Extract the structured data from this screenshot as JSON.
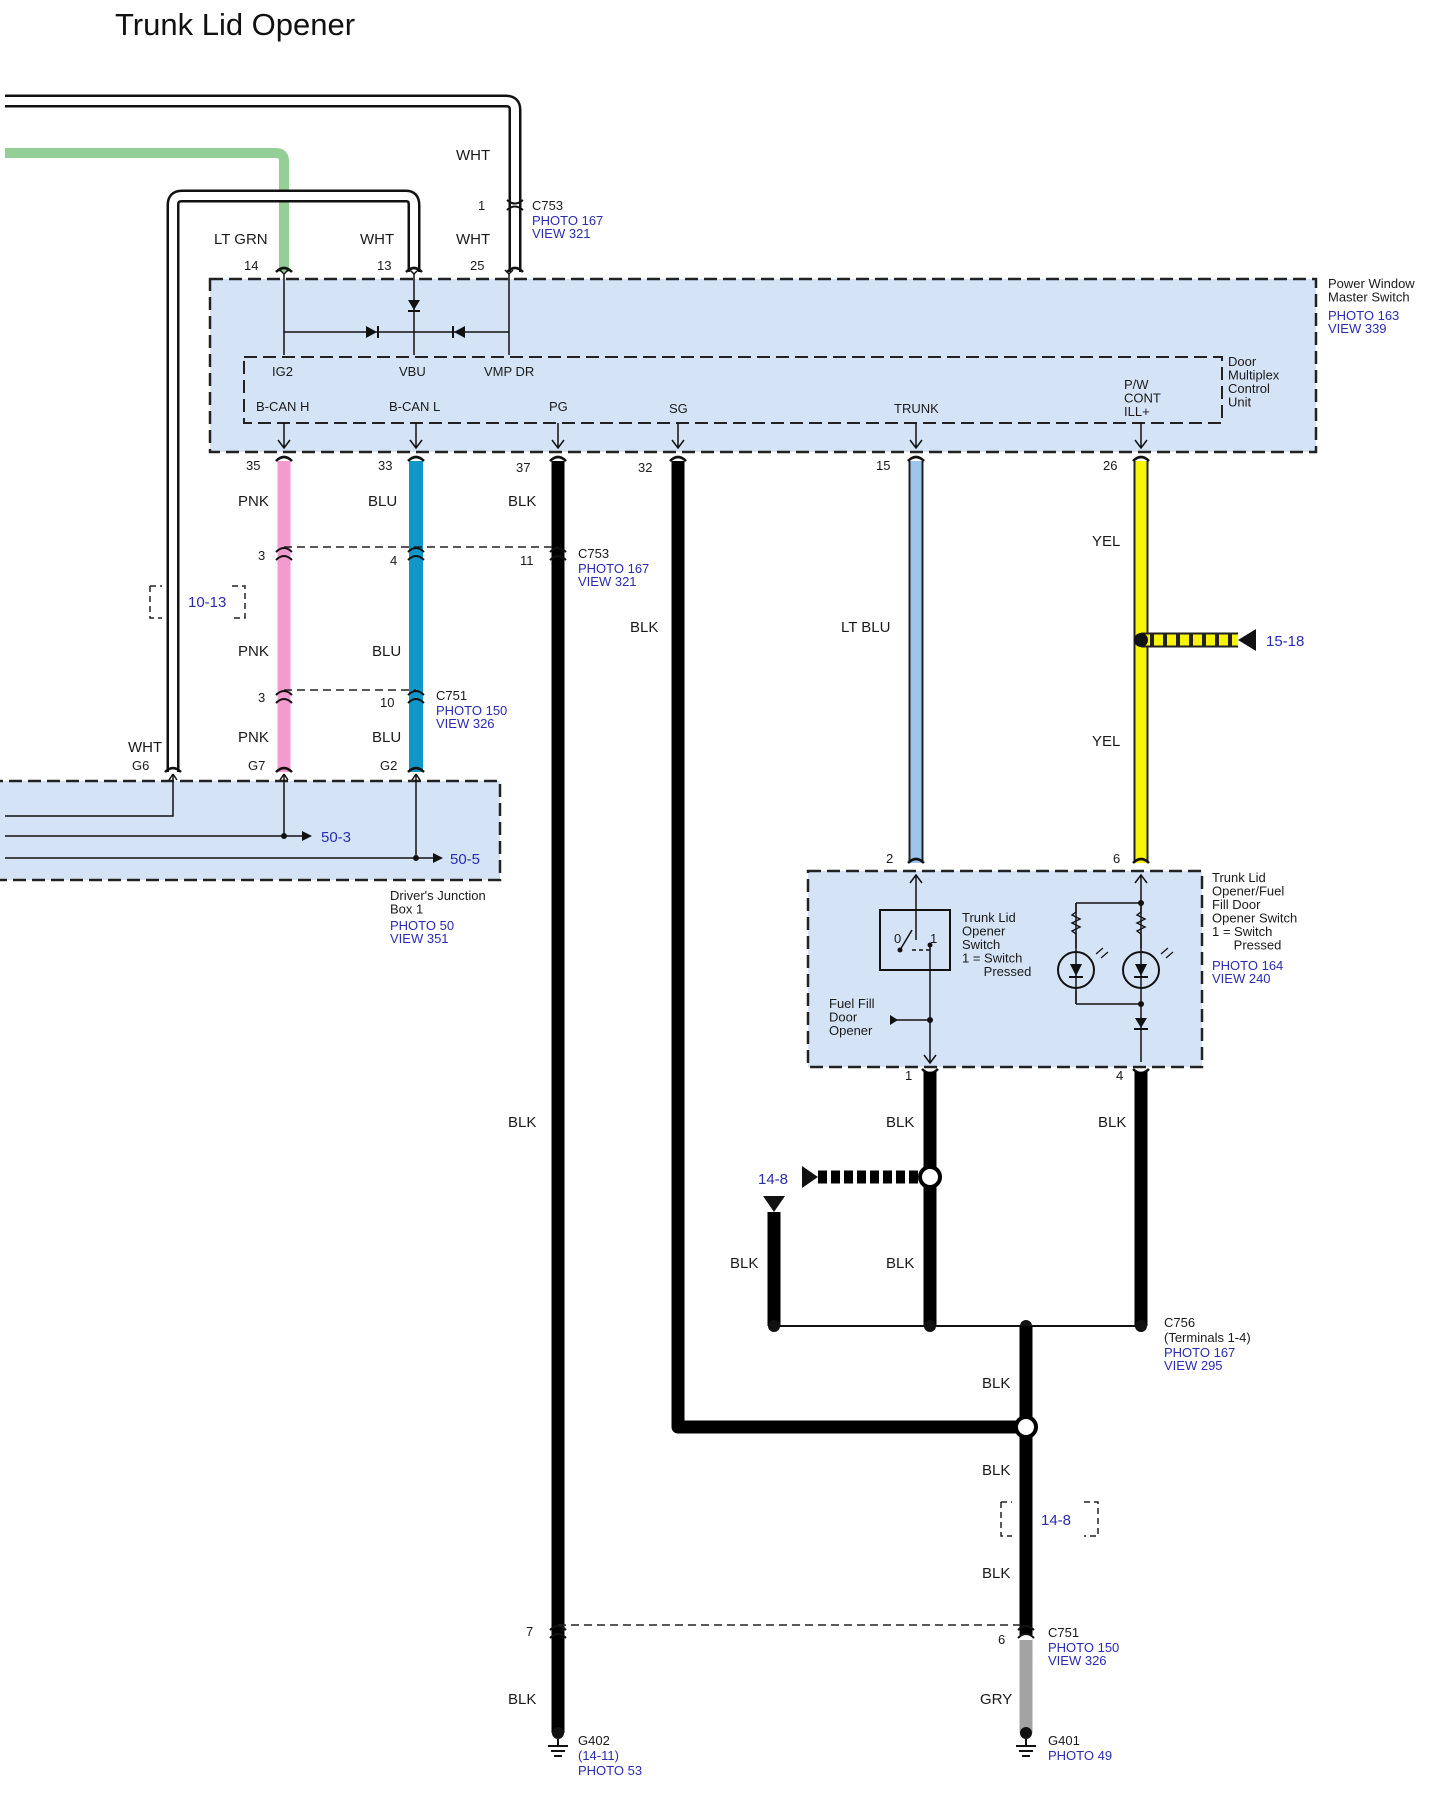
{
  "title": "Trunk Lid Opener",
  "colors": {
    "box_fill": "#d4e4f6",
    "ltgrn": "#93cf96",
    "pnk": "#f39ad0",
    "blu": "#1196c8",
    "ltblu": "#9ec6ea",
    "yel": "#f8f50a",
    "gry": "#a3a3a3",
    "ref": "#2b2bb0"
  },
  "components": {
    "power_window_master_switch": {
      "name": "Power Window\nMaster Switch",
      "photo": "PHOTO 163",
      "view": "VIEW 339"
    },
    "door_multiplex_control_unit": {
      "name": "Door\nMultiplex\nControl\nUnit"
    },
    "drivers_junction_box": {
      "name": "Driver's Junction\nBox 1",
      "photo": "PHOTO 50",
      "view": "VIEW 351"
    },
    "trunk_lid_opener_switch_assembly": {
      "name": "Trunk Lid\nOpener/Fuel\nFill Door\nOpener Switch\n1 = Switch\n      Pressed",
      "photo": "PHOTO 164",
      "view": "VIEW 240"
    },
    "trunk_lid_opener_switch": {
      "name": "Trunk Lid\nOpener\nSwitch\n1 = Switch\n      Pressed",
      "pos0": "0",
      "pos1": "1"
    },
    "fuel_fill_door_opener": {
      "name": "Fuel Fill\nDoor\nOpener"
    }
  },
  "terminal_labels": {
    "ig2": "IG2",
    "vbu": "VBU",
    "vmp_dr": "VMP DR",
    "bcanh": "B-CAN H",
    "bcanl": "B-CAN L",
    "pg": "PG",
    "sg": "SG",
    "trunk": "TRUNK",
    "pw_cont": "P/W\nCONT\nILL+"
  },
  "pins": {
    "p14": "14",
    "p13": "13",
    "p25": "25",
    "p1": "1",
    "p35": "35",
    "p33": "33",
    "p37": "37",
    "p32": "32",
    "p15": "15",
    "p26": "26",
    "p3a": "3",
    "p4": "4",
    "p11": "11",
    "p3b": "3",
    "p10": "10",
    "g6": "G6",
    "g7": "G7",
    "g2": "G2",
    "s2": "2",
    "s6": "6",
    "s1": "1",
    "s4": "4",
    "p7": "7",
    "p6": "6"
  },
  "wires": {
    "wht1": "WHT",
    "wht2": "WHT",
    "wht3": "WHT",
    "wht_g6": "WHT",
    "ltgrn": "LT GRN",
    "pnk1": "PNK",
    "pnk2": "PNK",
    "pnk3": "PNK",
    "blu1": "BLU",
    "blu2": "BLU",
    "blu3": "BLU",
    "blk_pg1": "BLK",
    "blk_pg2": "BLK",
    "blk_pg3": "BLK",
    "blk_sg": "BLK",
    "ltblu": "LT BLU",
    "yel1": "YEL",
    "yel2": "YEL",
    "blk_s1": "BLK",
    "blk_s4": "BLK",
    "blk_s1b": "BLK",
    "blk_left": "BLK",
    "blk_j1": "BLK",
    "blk_j2": "BLK",
    "blk_j3": "BLK",
    "gry": "GRY"
  },
  "connectors": {
    "c753_top": {
      "name": "C753",
      "photo": "PHOTO 167",
      "view": "VIEW 321"
    },
    "c753_mid": {
      "name": "C753",
      "photo": "PHOTO 167",
      "view": "VIEW 321"
    },
    "c751_mid": {
      "name": "C751",
      "photo": "PHOTO 150",
      "view": "VIEW 326"
    },
    "c756": {
      "name": "C756",
      "sub": "(Terminals 1-4)",
      "photo": "PHOTO 167",
      "view": "VIEW 295"
    },
    "c751_bot": {
      "name": "C751",
      "photo": "PHOTO 150",
      "view": "VIEW 326"
    }
  },
  "grounds": {
    "g402": {
      "name": "G402",
      "ref": "(14-11)",
      "photo": "PHOTO 53"
    },
    "g401": {
      "name": "G401",
      "photo": "PHOTO 49"
    }
  },
  "references": {
    "r10_13": "10-13",
    "r50_3": "50-3",
    "r50_5": "50-5",
    "r15_18": "15-18",
    "r14_8a": "14-8",
    "r14_8b": "14-8"
  }
}
